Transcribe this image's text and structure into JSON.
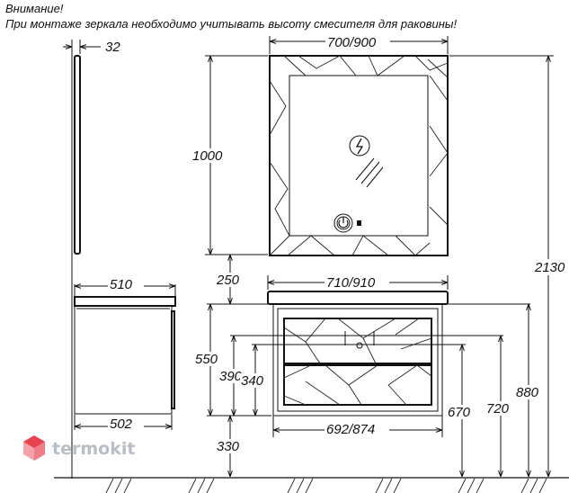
{
  "notes": {
    "warning": "Внимание!",
    "instruction": "При монтаже зеркала необходимо учитывать высоту смесителя для раковины!"
  },
  "dimensions": {
    "mirror_depth": "32",
    "mirror_width": "700/900",
    "mirror_height": "1000",
    "total_height": "2130",
    "cabinet_depth_top": "510",
    "countertop_width": "710/910",
    "gap_cabinet_mirror": "250",
    "cabinet_height": "550",
    "drawer_height": "390",
    "drawer_inner_height": "340",
    "cabinet_depth_bottom": "502",
    "cabinet_front_width": "692/874",
    "floor_to_drawer": "670",
    "floor_to_sink": "720",
    "floor_to_top": "880",
    "floor_to_cabinet": "330"
  },
  "watermark": {
    "brand": "termokit",
    "colors": [
      "#e8414f",
      "#f5a3aa",
      "#b9bec6"
    ]
  }
}
